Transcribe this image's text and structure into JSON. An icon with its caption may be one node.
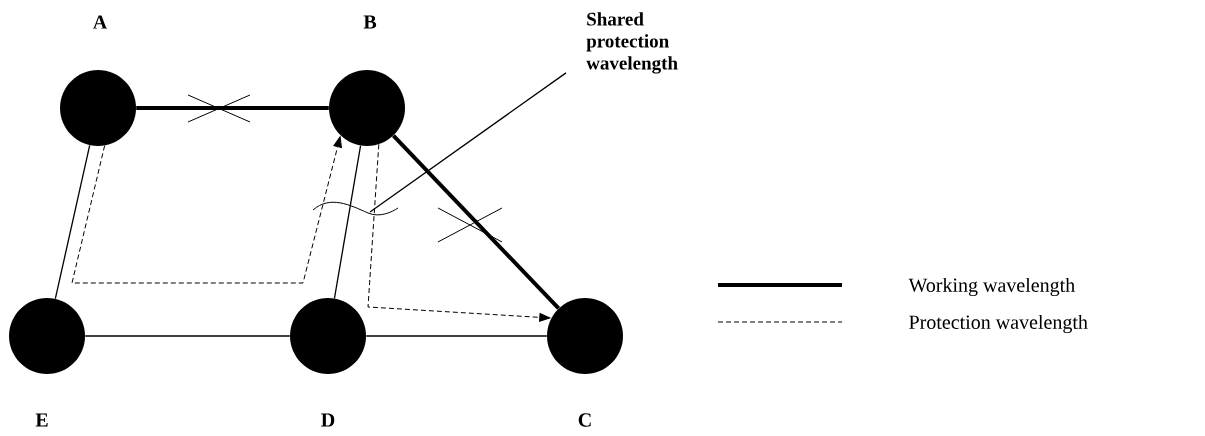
{
  "diagram": {
    "nodes": [
      {
        "text": [],
        "shape": "circle",
        "beside": [
          "A"
        ]
      },
      {
        "text": [],
        "shape": "circle",
        "beside": [
          "B"
        ]
      },
      {
        "text": [],
        "shape": "circle",
        "beside": [
          "C"
        ]
      },
      {
        "text": [],
        "shape": "circle",
        "beside": [
          "D"
        ]
      },
      {
        "text": [],
        "shape": "circle",
        "beside": [
          "E"
        ]
      },
      {
        "text": [
          "Shared protection wavelength"
        ]
      }
    ],
    "edges": [
      {
        "from": 0,
        "to": 1,
        "arrow": "none",
        "style": "thick"
      },
      {
        "from": 1,
        "to": 2,
        "arrow": "none",
        "style": "thick"
      },
      {
        "from": 0,
        "to": 4,
        "arrow": "none"
      },
      {
        "from": 1,
        "to": 3,
        "arrow": "none"
      },
      {
        "from": 4,
        "to": 3,
        "arrow": "none"
      },
      {
        "from": 3,
        "to": 2,
        "arrow": "none"
      },
      {
        "from": 0,
        "to": 1,
        "arrow": "to",
        "style": "dashed"
      },
      {
        "from": 1,
        "to": 2,
        "arrow": "to",
        "style": "dashed"
      },
      {
        "from": 5,
        "to": null,
        "arrow": "none"
      }
    ],
    "legend": [
      {
        "text": "Working wavelength"
      },
      {
        "text": "Protection wavelength"
      }
    ]
  }
}
